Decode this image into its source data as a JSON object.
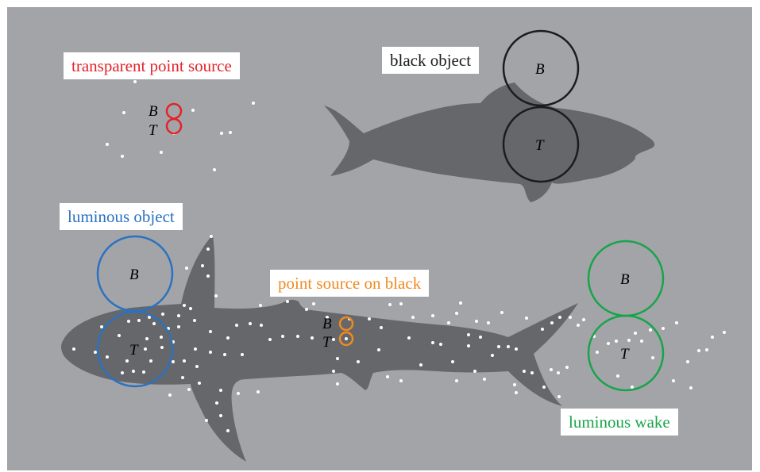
{
  "colors": {
    "background": "#a3a4a8",
    "fish": "#66676a",
    "dots": "#ffffff",
    "transparent": "#e0242a",
    "black": "#1c1c1c",
    "luminous": "#2a72c0",
    "point_on_black": "#ef8a1f",
    "wake": "#17a44a"
  },
  "labels": {
    "transparent_point_source": "transparent point source",
    "black_object": "black object",
    "luminous_object": "luminous object",
    "point_source_on_black": "point source on black",
    "luminous_wake": "luminous wake"
  },
  "glyphs": {
    "bottom": "B",
    "top": "T"
  }
}
